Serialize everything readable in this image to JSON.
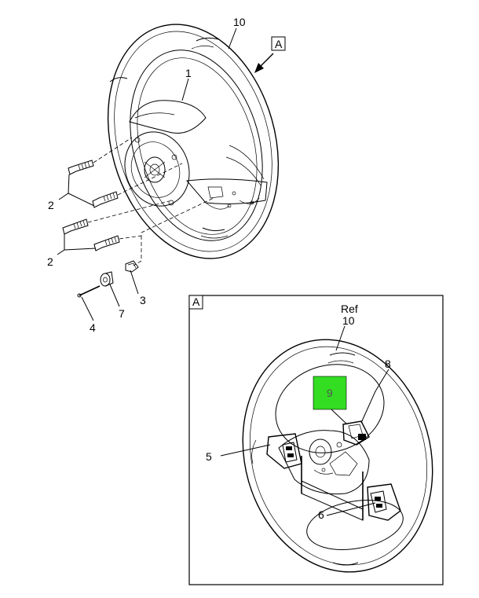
{
  "callouts": {
    "c10_top": "10",
    "c1": "1",
    "c2a": "2",
    "c2b": "2",
    "c3": "3",
    "c4": "4",
    "c7": "7",
    "view_a_top": "A",
    "view_a_box": "A",
    "ref": "Ref",
    "c10_ref": "10",
    "c8": "8",
    "c9": "9",
    "c5": "5",
    "c6": "6"
  },
  "colors": {
    "highlight": "#33dd22",
    "line": "#000000",
    "background": "#ffffff"
  }
}
